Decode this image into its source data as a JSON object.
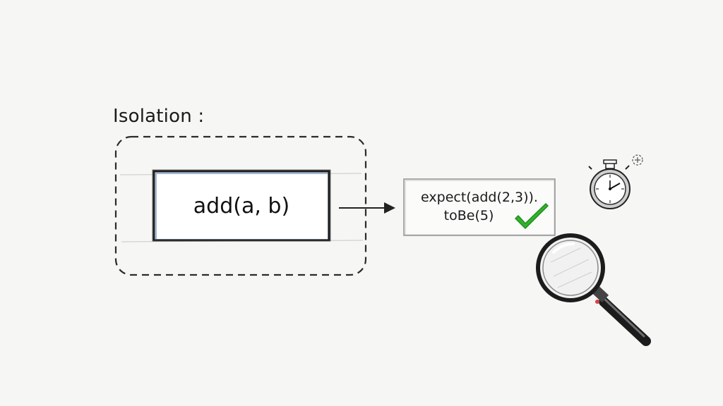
{
  "isolation_label": "Isolation :",
  "function_box": {
    "text": "add(a, b)"
  },
  "test_box": {
    "line1": "expect(add(2,3)).",
    "line2": "toBe(5)"
  },
  "icons": {
    "check": "check-icon",
    "stopwatch": "stopwatch-icon",
    "magnifier": "magnifying-glass-icon"
  },
  "colors": {
    "check": "#2fb52a",
    "ink": "#1b1b1b",
    "highlight": "#9fb8d9",
    "handle_accent": "#d94040"
  }
}
